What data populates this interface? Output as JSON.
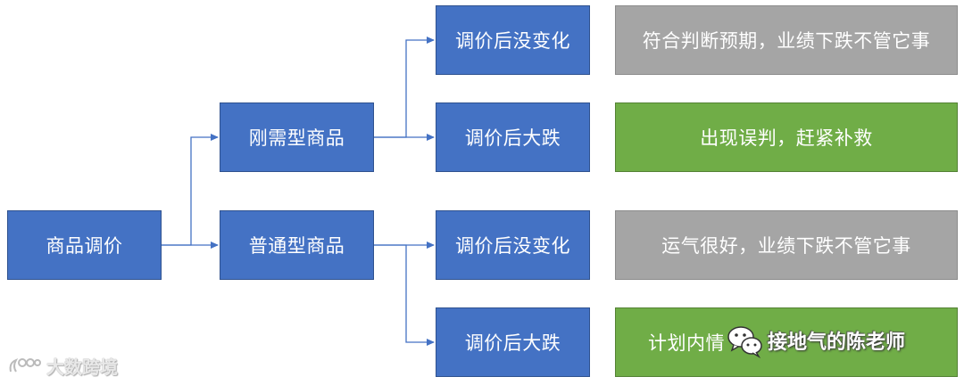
{
  "diagram": {
    "root": "商品调价",
    "categories": [
      {
        "label": "刚需型商品",
        "outcomes": [
          {
            "condition": "调价后没变化",
            "result": "符合判断预期，业绩下跌不管它事",
            "color": "#a5a5a5"
          },
          {
            "condition": "调价后大跌",
            "result": "出现误判，赶紧补救",
            "color": "#70ad47"
          }
        ]
      },
      {
        "label": "普通型商品",
        "outcomes": [
          {
            "condition": "调价后没变化",
            "result": "运气很好，业绩下跌不管它事",
            "color": "#a5a5a5"
          },
          {
            "condition": "调价后大跌",
            "result": "计划内情",
            "color": "#70ad47"
          }
        ]
      }
    ],
    "colors": {
      "node": "#4472c4",
      "connector": "#4472c4"
    }
  },
  "watermarks": {
    "left_brand": "大数跨境",
    "right_brand": "接地气的陈老师"
  }
}
